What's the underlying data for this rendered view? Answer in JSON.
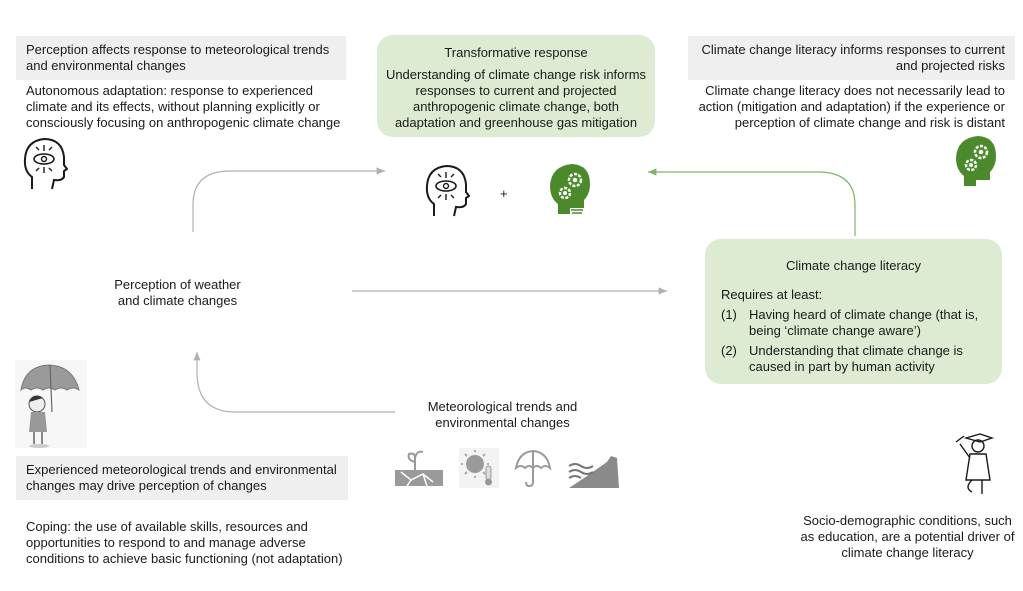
{
  "top_left": {
    "heading": "Perception affects response to meteorological trends and environmental changes",
    "body": "Autonomous adaptation: response to experienced climate and its effects, without planning explicitly or consciously focusing on anthropogenic climate change"
  },
  "top_center": {
    "title": "Transformative response",
    "body": "Understanding of climate change risk informs responses to current and projected anthropogenic climate change, both adaptation and greenhouse gas mitigation",
    "plus": "+"
  },
  "top_right": {
    "heading": "Climate change literacy informs responses to current and projected risks",
    "body": "Climate change literacy does not necessarily lead to action (mitigation and adaptation) if the experience or perception of climate change and risk is distant"
  },
  "center_left": {
    "label": "Perception of weather and climate changes"
  },
  "literacy_box": {
    "title": "Climate change literacy",
    "intro": "Requires at least:",
    "items": [
      {
        "num": "(1)",
        "text": "Having heard of climate change (that is, being ‘climate change aware’)"
      },
      {
        "num": "(2)",
        "text": "Understanding that climate change is caused in part by human activity"
      }
    ]
  },
  "bottom_center": {
    "label": "Meteorological trends and environmental changes",
    "icons": [
      "drought-icon",
      "heat-icon",
      "umbrella-icon",
      "flood-icon"
    ]
  },
  "bottom_left": {
    "heading": "Experienced meteorological trends and environmental changes may drive perception of changes",
    "body": "Coping: the use of available skills, resources and opportunities to respond to and manage adverse conditions to achieve basic functioning (not adaptation)"
  },
  "bottom_right": {
    "body": "Socio-demographic conditions, such as education, are a potential driver of climate change literacy"
  },
  "colors": {
    "green": "#4a8a2a",
    "green_box": "#dcebd2",
    "grey_box": "#efefef",
    "arrow_grey": "#b0b0b0",
    "arrow_green": "#7fb26a"
  }
}
